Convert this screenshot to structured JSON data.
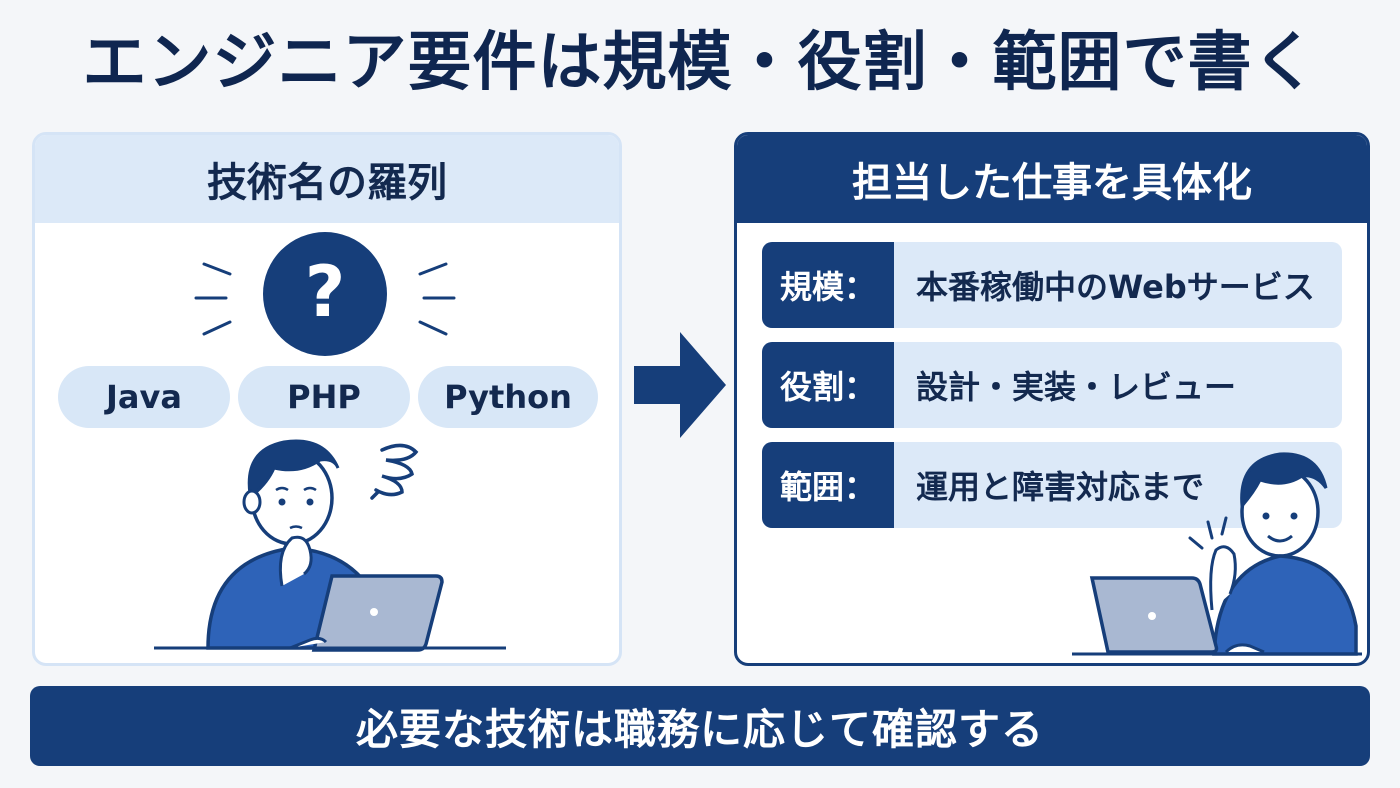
{
  "title": "エンジニア要件は規模・役割・範囲で書く",
  "left_panel": {
    "heading": "技術名の羅列",
    "question_mark": "?",
    "technologies": [
      "Java",
      "PHP",
      "Python"
    ]
  },
  "right_panel": {
    "heading": "担当した仕事を具体化",
    "rows": [
      {
        "key": "規模：",
        "value": "本番稼働中のWebサービス"
      },
      {
        "key": "役割：",
        "value": "設計・実装・レビュー"
      },
      {
        "key": "範囲：",
        "value": "運用と障害対応まで"
      }
    ]
  },
  "footer": "必要な技術は職務に応じて確認する",
  "colors": {
    "navy": "#163e7a",
    "light_blue": "#dce9f8",
    "shirt_blue": "#2e63b8",
    "text_dark": "#13294f"
  },
  "icons": {
    "question": "question-circle-icon",
    "arrow": "right-arrow-icon",
    "confused": "confused-scribble-icon"
  }
}
